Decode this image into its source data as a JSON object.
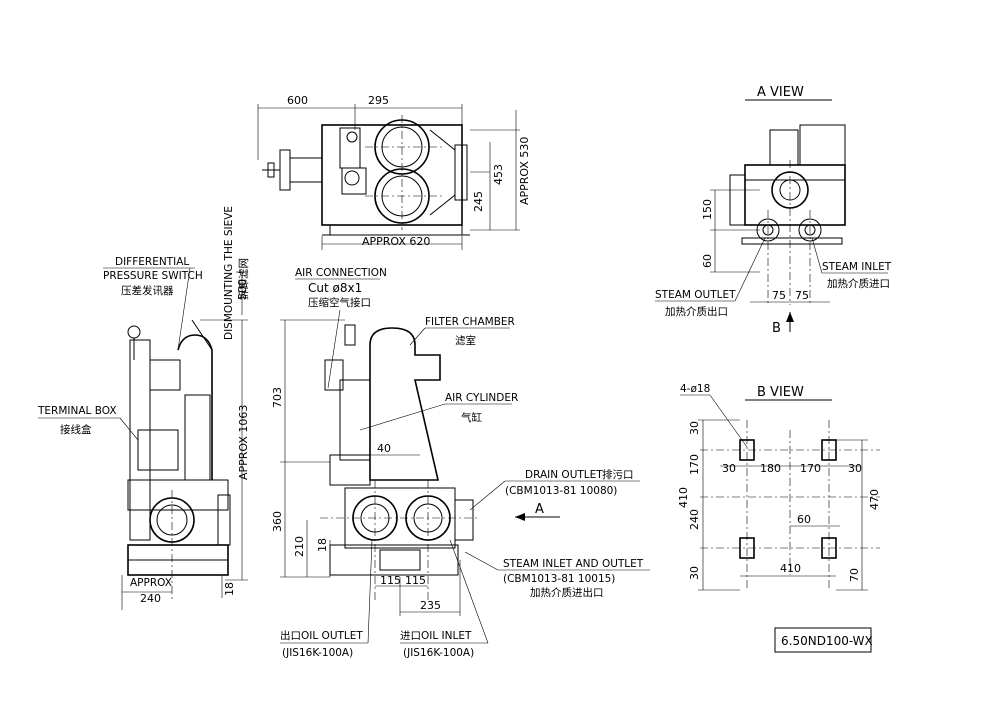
{
  "top_view": {
    "dim_600": "600",
    "dim_295": "295",
    "dim_530": "APPROX 530",
    "dim_453": "453",
    "dim_245": "245",
    "dim_620": "APPROX 620"
  },
  "side_view": {
    "differential_switch": [
      "DIFFERENTIAL",
      "PRESSURE SWITCH",
      "压差发讯器"
    ],
    "terminal_box": [
      "TERMINAL BOX",
      "接线盒"
    ],
    "dismounting": [
      "DISMOUNTING THE SIEVE",
      "拆卸滤网"
    ],
    "dim_500": "500",
    "dim_1063": "APPROX 1063",
    "approx": "APPROX",
    "dim_240": "240",
    "dim_18": "18"
  },
  "front_view": {
    "air_connection": "AIR CONNECTION",
    "cut": "Cut ø8x1",
    "cut_cn": "压缩空气接口",
    "filter_chamber": "FILTER CHAMBER",
    "filter_chamber_cn": "滤室",
    "air_cylinder": "AIR CYLINDER",
    "air_cylinder_cn": "气缸",
    "dim_703": "703",
    "dim_40": "40",
    "dim_360": "360",
    "dim_210": "210",
    "dim_18": "18",
    "drain_outlet": "DRAIN OUTLET",
    "drain_outlet_cn": "排污口",
    "drain_std": "(CBM1013-81 10080)",
    "arrow_a": "A",
    "steam_io": "STEAM INLET AND OUTLET",
    "steam_io_std": "(CBM1013-81 10015)",
    "steam_io_cn": "加热介质进出口",
    "dim_115a": "115",
    "dim_115b": "115",
    "dim_235": "235",
    "oil_outlet": "出口OIL OUTLET",
    "oil_outlet_std": "(JIS16K-100A)",
    "oil_inlet": "进口OIL INLET",
    "oil_inlet_std": "(JIS16K-100A)"
  },
  "a_view": {
    "title": "A   VIEW",
    "dim_150": "150",
    "dim_60": "60",
    "dim_75a": "75",
    "dim_75b": "75",
    "steam_outlet": "STEAM OUTLET",
    "steam_outlet_cn": "加热介质出口",
    "steam_inlet": "STEAM INLET",
    "steam_inlet_cn": "加热介质进口",
    "arrow_b": "B"
  },
  "b_view": {
    "title": "B   VIEW",
    "holes": "4-ø18",
    "dim_30a": "30",
    "dim_170a": "170",
    "dim_30b": "30",
    "dim_180": "180",
    "dim_170b": "170",
    "dim_30c": "30",
    "dim_410a": "410",
    "dim_240": "240",
    "dim_470": "470",
    "dim_60": "60",
    "dim_30d": "30",
    "dim_410b": "410",
    "dim_70": "70"
  },
  "model_number": "6.50ND100-WX"
}
